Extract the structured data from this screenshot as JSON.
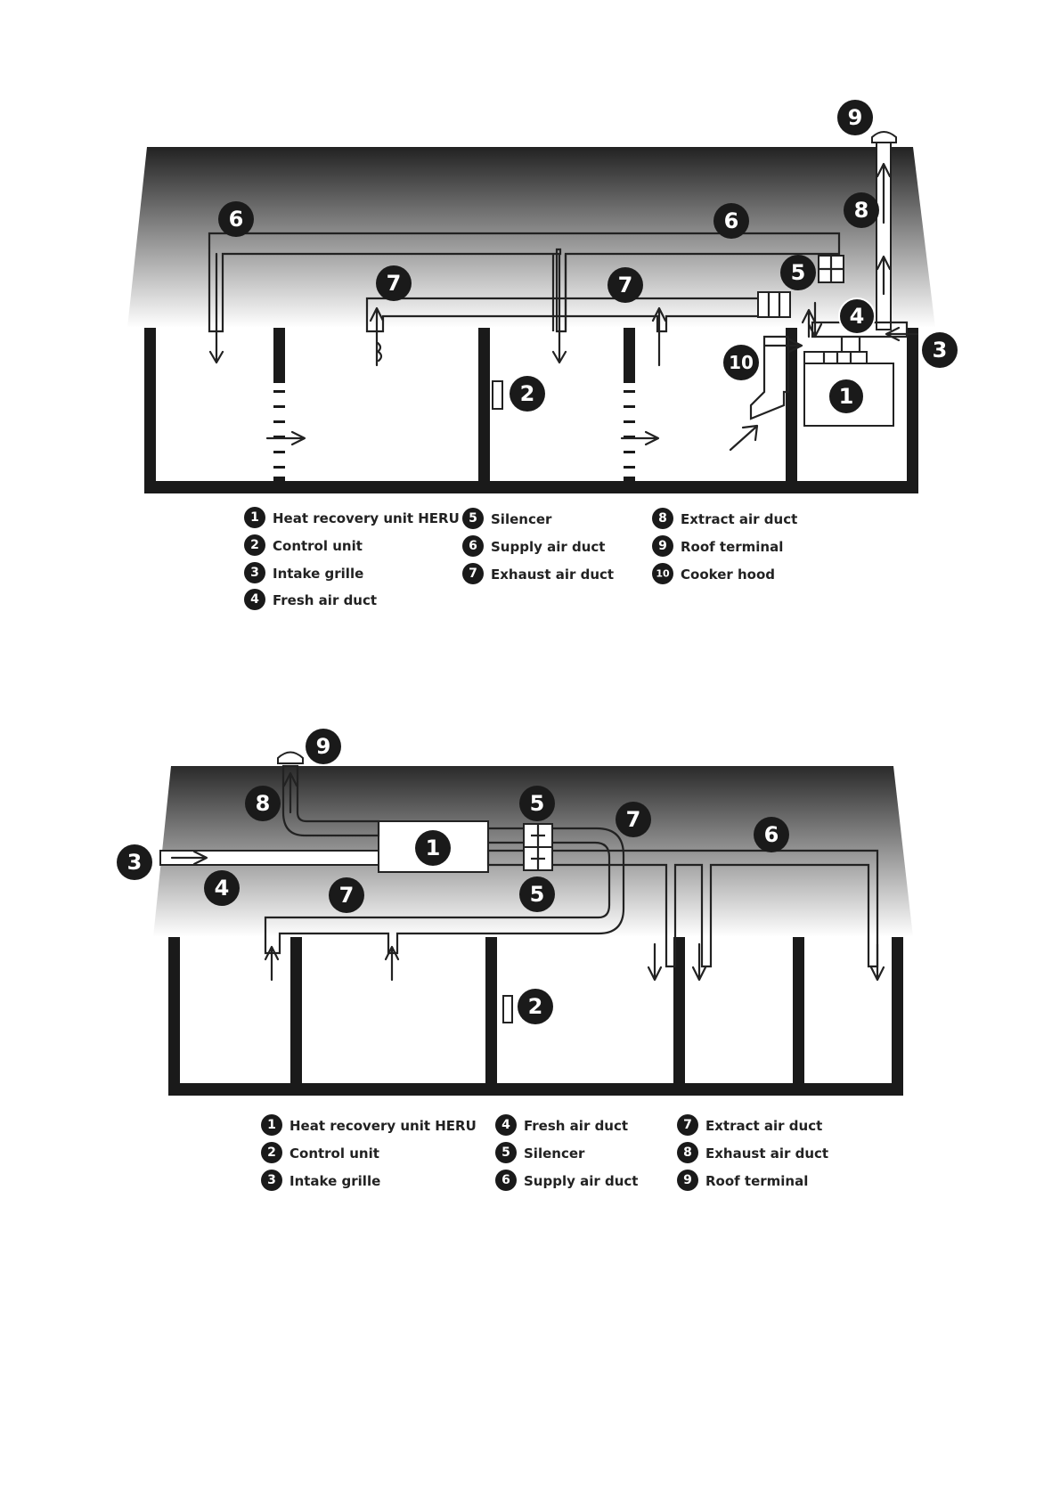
{
  "diagram_top": {
    "callouts": [
      "1",
      "2",
      "3",
      "4",
      "5",
      "6",
      "7",
      "8",
      "9",
      "10"
    ],
    "legend": [
      {
        "num": "1",
        "text": "Heat recovery unit HERU"
      },
      {
        "num": "2",
        "text": "Control unit"
      },
      {
        "num": "3",
        "text": "Intake grille"
      },
      {
        "num": "4",
        "text": "Fresh air duct"
      },
      {
        "num": "5",
        "text": "Silencer"
      },
      {
        "num": "6",
        "text": "Supply air duct"
      },
      {
        "num": "7",
        "text": "Exhaust air duct"
      },
      {
        "num": "8",
        "text": "Extract air duct"
      },
      {
        "num": "9",
        "text": "Roof terminal"
      },
      {
        "num": "10",
        "text": "Cooker hood"
      }
    ]
  },
  "diagram_bottom": {
    "callouts": [
      "1",
      "2",
      "3",
      "4",
      "5",
      "6",
      "7",
      "8",
      "9"
    ],
    "legend": [
      {
        "num": "1",
        "text": "Heat recovery unit HERU"
      },
      {
        "num": "2",
        "text": "Control unit"
      },
      {
        "num": "3",
        "text": "Intake grille"
      },
      {
        "num": "4",
        "text": "Fresh air duct"
      },
      {
        "num": "5",
        "text": "Silencer"
      },
      {
        "num": "6",
        "text": "Supply air duct"
      },
      {
        "num": "7",
        "text": "Extract air duct"
      },
      {
        "num": "8",
        "text": "Exhaust air duct"
      },
      {
        "num": "9",
        "text": "Roof terminal"
      }
    ]
  },
  "colors": {
    "roof_dark": "#222222",
    "roof_light": "#ffffff",
    "wall": "#1a1a1a",
    "badge": "#1a1a1a"
  }
}
